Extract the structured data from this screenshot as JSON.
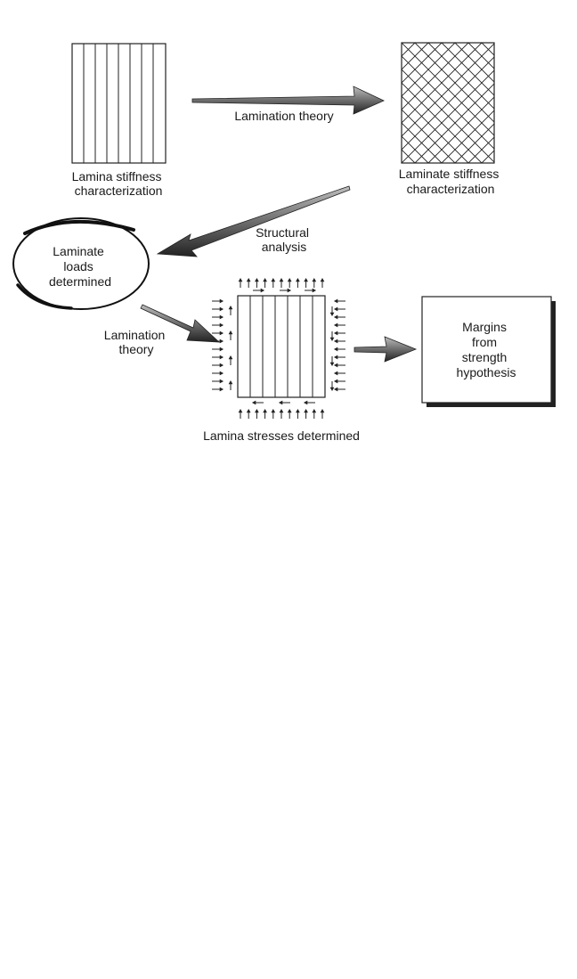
{
  "diagram": {
    "lamina_stiffness_label": [
      "Lamina stiffness",
      "characterization"
    ],
    "lamination_theory_top_label": "Lamination theory",
    "laminate_stiffness_label": [
      "Laminate stiffness",
      "characterization"
    ],
    "structural_analysis_label": [
      "Structural",
      "analysis"
    ],
    "laminate_loads_label": [
      "Laminate",
      "loads",
      "determined"
    ],
    "lamination_theory_lower_label": [
      "Lamination",
      "theory"
    ],
    "lamina_stresses_label": "Lamina stresses determined",
    "margins_label": [
      "Margins",
      "from",
      "strength",
      "hypothesis"
    ]
  }
}
